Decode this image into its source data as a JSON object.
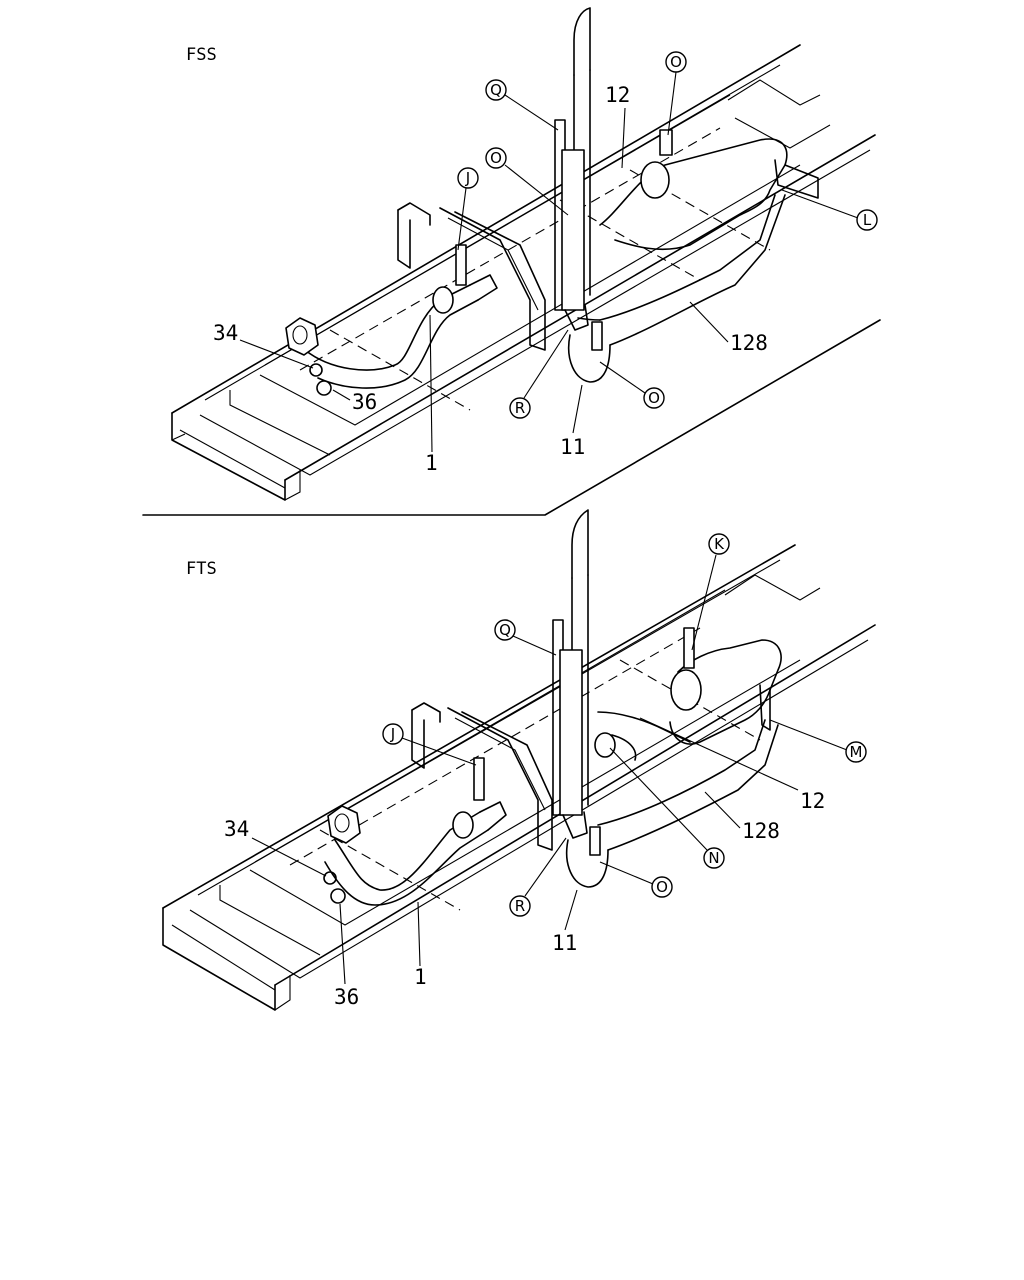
{
  "sections": {
    "top": {
      "title": "FSS",
      "labels": {
        "p34": "34",
        "p36": "36",
        "p1": "1",
        "p11": "11",
        "p12": "12",
        "p128": "128"
      },
      "callouts": {
        "q": "Q",
        "o_top": "O",
        "o_mid": "O",
        "j": "J",
        "l": "L",
        "r": "R",
        "o_bottom": "O"
      }
    },
    "bottom": {
      "title": "FTS",
      "labels": {
        "p34": "34",
        "p36": "36",
        "p1": "1",
        "p11": "11",
        "p12": "12",
        "p128": "128"
      },
      "callouts": {
        "k": "K",
        "q": "Q",
        "j": "J",
        "m": "M",
        "n": "N",
        "r": "R",
        "o": "O"
      }
    }
  }
}
